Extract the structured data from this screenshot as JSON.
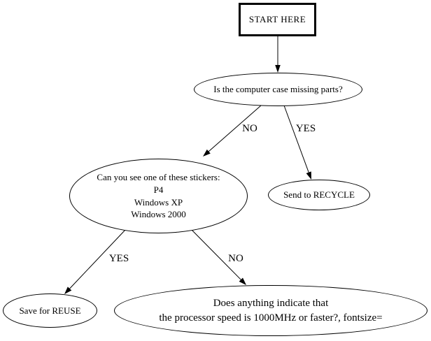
{
  "diagram": {
    "background_color": "#ffffff",
    "line_color": "#000000",
    "text_color": "#000000",
    "nodes": {
      "start": {
        "label": "START HERE"
      },
      "case_missing": {
        "label": "Is the computer case missing parts?"
      },
      "stickers": {
        "label": "Can you see one of these stickers:\nP4\nWindows XP\nWindows 2000"
      },
      "recycle": {
        "label": "Send to RECYCLE"
      },
      "reuse": {
        "label": "Save for REUSE"
      },
      "speed": {
        "label": "Does anything indicate that\nthe processor speed is 1000MHz or faster?, fontsize="
      }
    },
    "edges": [
      {
        "from": "start",
        "to": "case_missing",
        "label": ""
      },
      {
        "from": "case_missing",
        "to": "stickers",
        "label": "NO"
      },
      {
        "from": "case_missing",
        "to": "recycle",
        "label": "YES"
      },
      {
        "from": "stickers",
        "to": "reuse",
        "label": "YES"
      },
      {
        "from": "stickers",
        "to": "speed",
        "label": "NO"
      }
    ]
  }
}
